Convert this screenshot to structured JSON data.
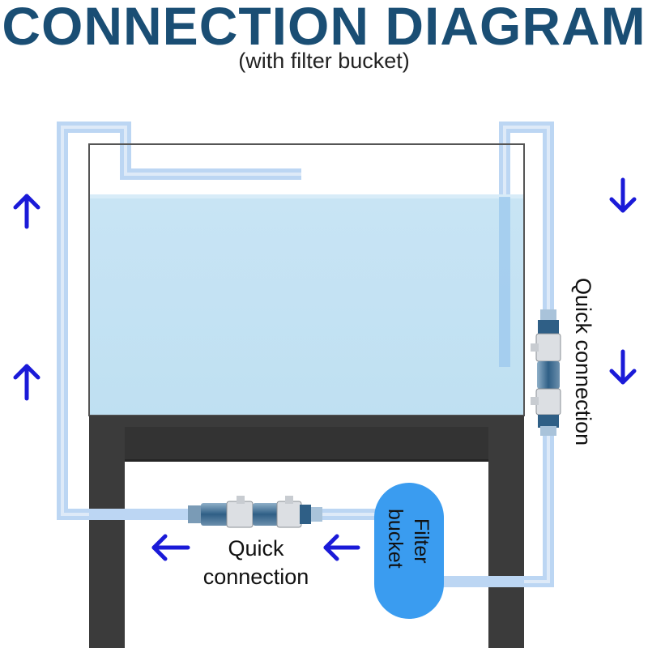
{
  "header": {
    "title": "CONNECTION DIAGRAM",
    "subtitle": "(with filter bucket)"
  },
  "labels": {
    "quick_connection_right": "Quick connection",
    "quick_connection_bottom_line1": "Quick",
    "quick_connection_bottom_line2": "connection",
    "filter_bucket_line1": "Filter",
    "filter_bucket_line2": "bucket"
  },
  "colors": {
    "title": "#1a4e74",
    "tube": "#bcd6f3",
    "water": "#c5e2f3",
    "stand": "#3b3b3b",
    "arrow": "#1a1ad8",
    "bucket": "#3a9cf0"
  },
  "icons": [
    "arrow-up-icon",
    "arrow-down-icon",
    "arrow-left-icon"
  ]
}
